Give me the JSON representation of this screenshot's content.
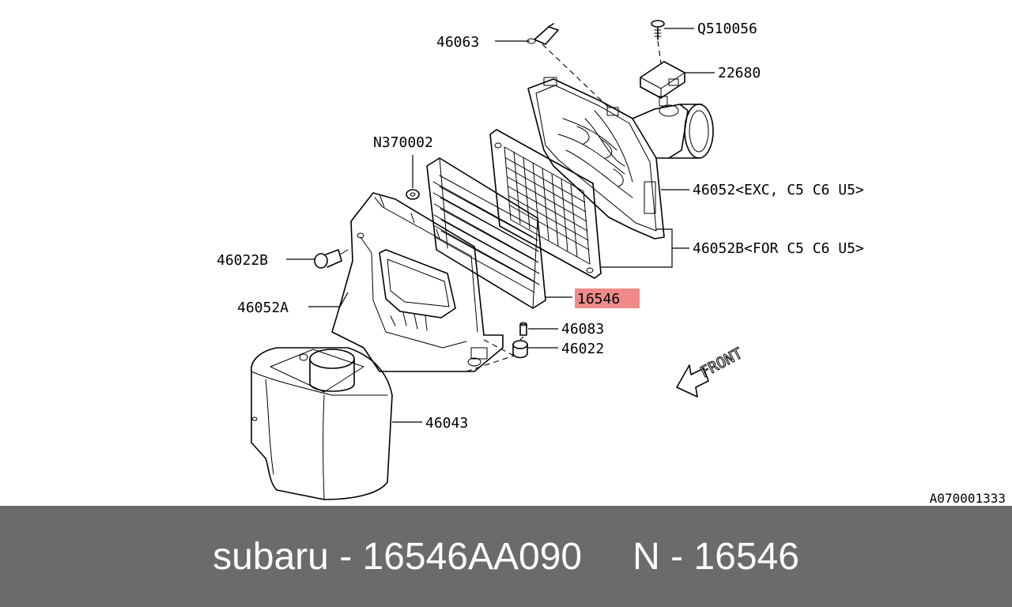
{
  "diagram": {
    "labels": {
      "p46063": "46063",
      "q510056": "Q510056",
      "p22680": "22680",
      "n370002": "N370002",
      "p46052": "46052<EXC, C5 C6 U5>",
      "p46052b": "46052B<FOR C5 C6 U5>",
      "p46022b": "46022B",
      "p16546": "16546",
      "p46052a": "46052A",
      "p46083": "46083",
      "p46022": "46022",
      "p46043": "46043"
    },
    "front_label": "FRONT",
    "ref_code": "A070001333",
    "highlight_color": "#f08a8a"
  },
  "footer": {
    "part_number_text": "subaru - 16546AA090",
    "ref_text": "N - 16546",
    "background": "#6b6b6b"
  }
}
